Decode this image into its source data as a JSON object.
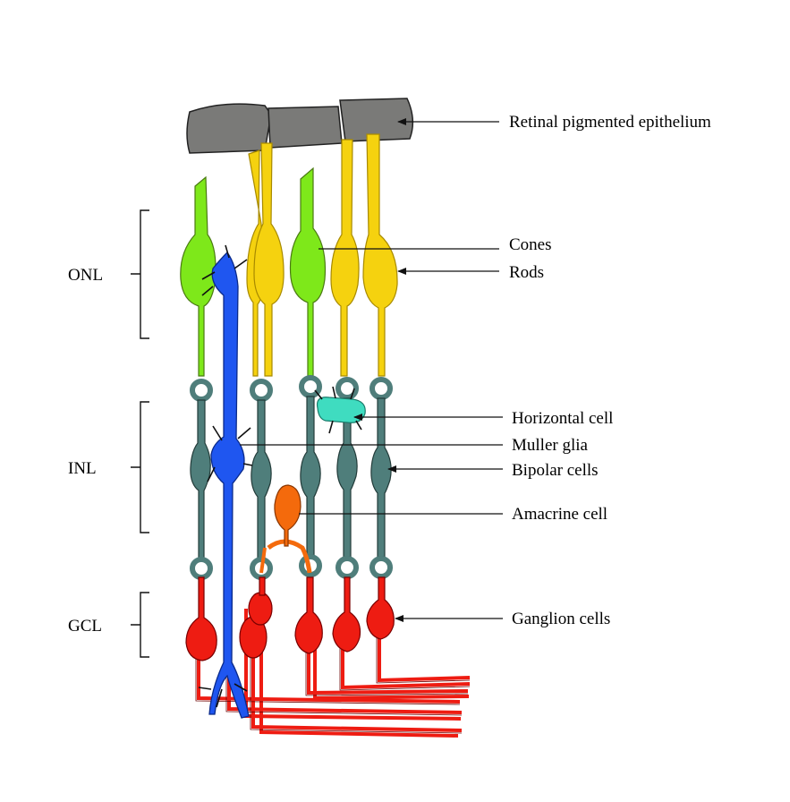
{
  "labels": {
    "rpe": "Retinal pigmented epithelium",
    "cones": "Cones",
    "rods": "Rods",
    "horizontal": "Horizontal cell",
    "muller": "Muller glia",
    "bipolar": "Bipolar cells",
    "amacrine": "Amacrine cell",
    "ganglion": "Ganglion cells"
  },
  "layers": {
    "onl": "ONL",
    "inl": "INL",
    "gcl": "GCL"
  },
  "colors": {
    "rpe": "#7a7a78",
    "cone": "#7ee81a",
    "rod": "#f5d20f",
    "bipolar": "#4f7e7b",
    "horizontal": "#3fdcc0",
    "muller": "#1f56f0",
    "amacrine": "#f46a0c",
    "ganglion": "#ee1c12"
  }
}
